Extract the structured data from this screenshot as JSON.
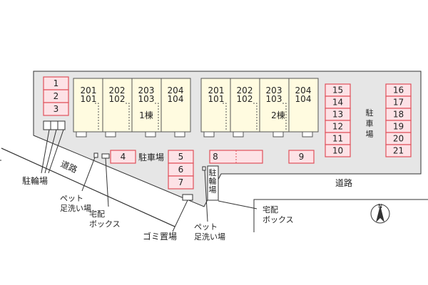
{
  "colors": {
    "lot_fill": "#e6e6e6",
    "building_fill": "#fffbe0",
    "parking_fill": "#fde2e6",
    "parking_stroke": "#e0505a",
    "line": "#333333"
  },
  "buildings": [
    {
      "name": "1棟",
      "units": [
        {
          "top": "201",
          "bottom": "101"
        },
        {
          "top": "202",
          "bottom": "102"
        },
        {
          "top": "203",
          "bottom": "103"
        },
        {
          "top": "204",
          "bottom": "104"
        }
      ]
    },
    {
      "name": "2棟",
      "units": [
        {
          "top": "201",
          "bottom": "101"
        },
        {
          "top": "202",
          "bottom": "102"
        },
        {
          "top": "203",
          "bottom": "103"
        },
        {
          "top": "204",
          "bottom": "104"
        }
      ]
    }
  ],
  "parking": {
    "left_column": [
      "1",
      "2",
      "3"
    ],
    "row_a": "4",
    "center_column": [
      "5",
      "6",
      "7"
    ],
    "row_b": "8",
    "row_c": "9",
    "right_column_a": [
      "15",
      "14",
      "13",
      "12",
      "11",
      "10"
    ],
    "right_column_b": [
      "16",
      "17",
      "18",
      "19",
      "20",
      "21"
    ]
  },
  "labels": {
    "parking_center": "駐車場",
    "parking_right": "駐\n車\n場",
    "road_left": "道路",
    "road_right": "道路",
    "bicycle_left": "駐輪場",
    "bicycle_center": "駐\n輪\n場",
    "pet_left": "ペット\n足洗い場",
    "delivery_left": "宅配\nボックス",
    "garbage": "ゴミ置場",
    "pet_center": "ペット\n足洗い場",
    "delivery_right": "宅配\nボックス",
    "north": "N"
  }
}
